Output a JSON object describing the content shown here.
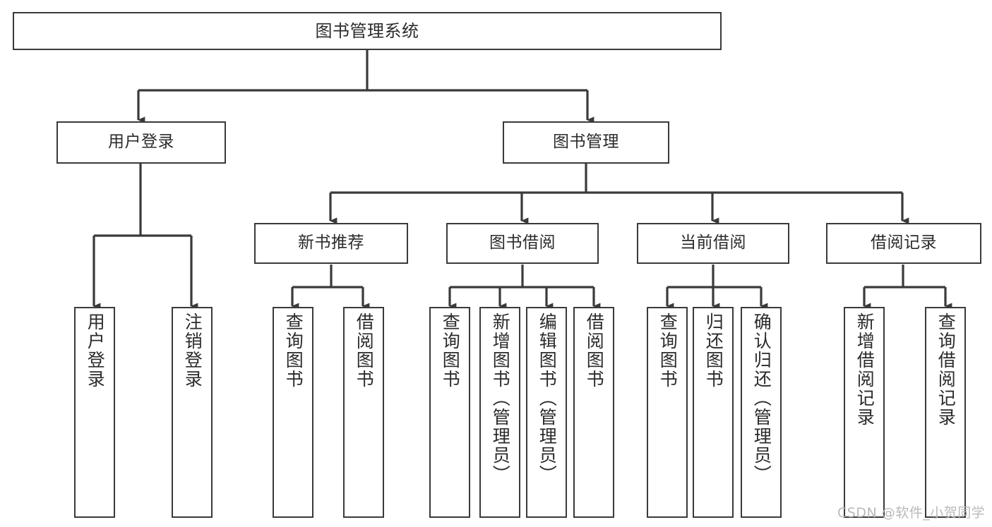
{
  "diagram": {
    "type": "tree-hierarchy",
    "title": "图书管理系统",
    "theme": {
      "box_border": "#3a3a3a",
      "box_fill": "#ffffff",
      "line": "#3a3a3a",
      "text": "#2b2b2b",
      "watermark": "#b9b9b9",
      "background": "#ffffff"
    },
    "nodes": {
      "root": {
        "label": "图书管理系统"
      },
      "level2": [
        {
          "id": "user-login",
          "label": "用户登录"
        },
        {
          "id": "book-manage",
          "label": "图书管理"
        }
      ],
      "level3": [
        {
          "id": "new-book-recommend",
          "label": "新书推荐"
        },
        {
          "id": "book-borrow",
          "label": "图书借阅"
        },
        {
          "id": "current-borrow",
          "label": "当前借阅"
        },
        {
          "id": "borrow-record",
          "label": "借阅记录"
        }
      ],
      "leaves": {
        "user-login": [
          {
            "id": "leaf-user-login",
            "label": "用户登录"
          },
          {
            "id": "leaf-logout-login",
            "label": "注销登录"
          }
        ],
        "new-book-recommend": [
          {
            "id": "leaf-query-book-1",
            "label": "查询图书"
          },
          {
            "id": "leaf-borrow-book-1",
            "label": "借阅图书"
          }
        ],
        "book-borrow": [
          {
            "id": "leaf-query-book-2",
            "label": "查询图书"
          },
          {
            "id": "leaf-add-book",
            "label": "新增图书（管理员）"
          },
          {
            "id": "leaf-edit-book",
            "label": "编辑图书（管理员）"
          },
          {
            "id": "leaf-borrow-book-2",
            "label": "借阅图书"
          }
        ],
        "current-borrow": [
          {
            "id": "leaf-query-book-3",
            "label": "查询图书"
          },
          {
            "id": "leaf-return-book",
            "label": "归还图书"
          },
          {
            "id": "leaf-confirm-return",
            "label": "确认归还（管理员）"
          }
        ],
        "borrow-record": [
          {
            "id": "leaf-add-record",
            "label": "新增借阅记录"
          },
          {
            "id": "leaf-query-record",
            "label": "查询借阅记录"
          }
        ]
      }
    },
    "watermark": "CSDN @软件_小贺同学"
  }
}
